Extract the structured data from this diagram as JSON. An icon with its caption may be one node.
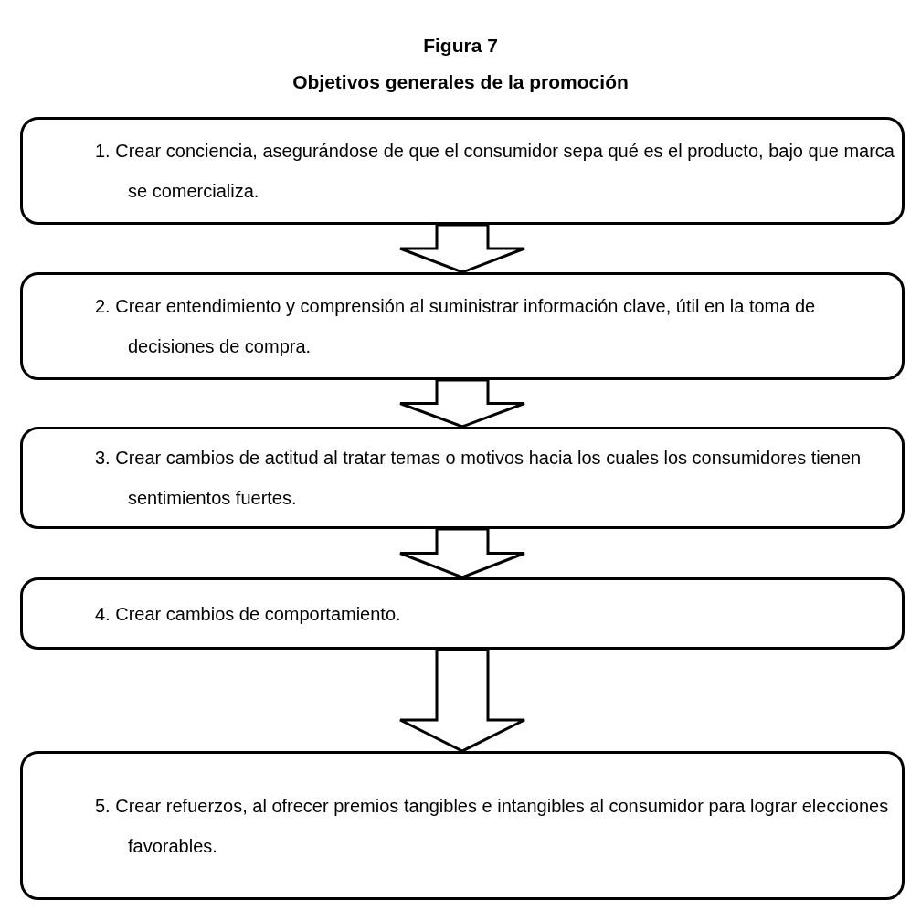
{
  "diagram": {
    "title": "Figura 7",
    "caption": "Objetivos generales de la promoción",
    "nodes": [
      {
        "text": [
          "1. Crear conciencia, asegurándose de que el consumidor sepa qué es el producto, bajo que marca se comercializa."
        ]
      },
      {
        "text": [
          "2. Crear entendimiento y comprensión al suministrar información clave, útil en la toma de decisiones de compra."
        ]
      },
      {
        "text": [
          "3. Crear cambios de actitud al tratar temas o motivos hacia los cuales los consumidores tienen sentimientos fuertes."
        ]
      },
      {
        "text": [
          "4. Crear cambios de comportamiento."
        ]
      },
      {
        "text": [
          "5. Crear refuerzos, al ofrecer premios tangibles e intangibles al consumidor para lograr elecciones favorables."
        ]
      }
    ],
    "edges": [
      {
        "from": 0,
        "to": 1,
        "arrow": "to"
      },
      {
        "from": 1,
        "to": 2,
        "arrow": "to"
      },
      {
        "from": 2,
        "to": 3,
        "arrow": "to"
      },
      {
        "from": 3,
        "to": 4,
        "arrow": "to"
      }
    ]
  }
}
